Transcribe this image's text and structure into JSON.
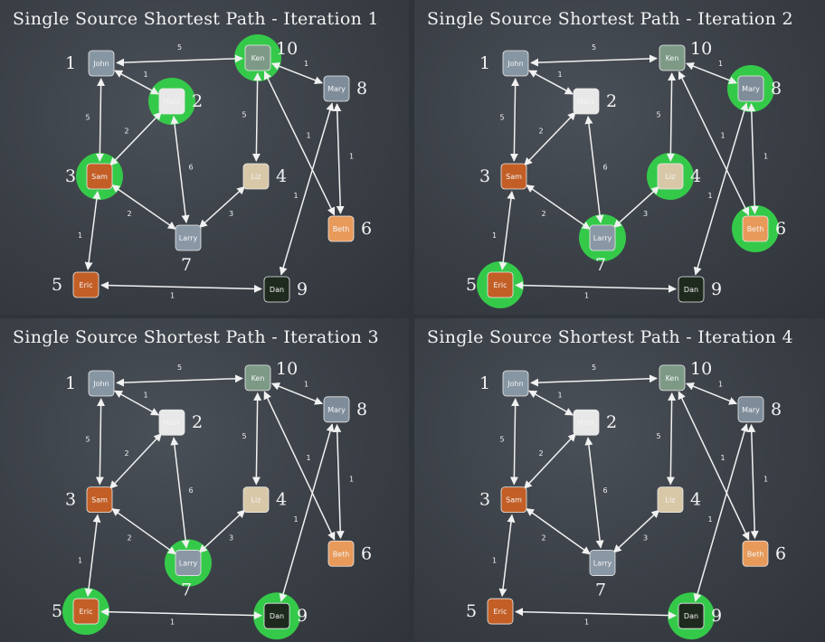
{
  "colors": {
    "board": "#3b4047",
    "highlight": "#35c94a",
    "john": "#8796a3",
    "ken": "#7d9a86",
    "mark": "#e8e8e8",
    "mary": "#7f8d9b",
    "sam": "#c35f26",
    "liz": "#d8c8a8",
    "larry": "#8a98a6",
    "beth": "#e89a5a",
    "eric": "#c35f26",
    "dan": "#1f2a1f"
  },
  "panels": [
    {
      "title": "Single Source Shortest Path - Iteration 1",
      "highlighted": [
        "ken",
        "mark",
        "sam"
      ]
    },
    {
      "title": "Single Source Shortest Path - Iteration 2",
      "highlighted": [
        "mary",
        "liz",
        "larry",
        "beth",
        "eric"
      ]
    },
    {
      "title": "Single Source Shortest Path - Iteration 3",
      "highlighted": [
        "larry",
        "eric",
        "dan"
      ]
    },
    {
      "title": "Single Source Shortest Path - Iteration 4",
      "highlighted": [
        "dan"
      ]
    }
  ],
  "graph": {
    "nodes": [
      {
        "id": "john",
        "label": "John",
        "number": "1"
      },
      {
        "id": "mark",
        "label": "Mark",
        "number": "2"
      },
      {
        "id": "sam",
        "label": "Sam",
        "number": "3"
      },
      {
        "id": "liz",
        "label": "Liz",
        "number": "4"
      },
      {
        "id": "eric",
        "label": "Eric",
        "number": "5"
      },
      {
        "id": "beth",
        "label": "Beth",
        "number": "6"
      },
      {
        "id": "larry",
        "label": "Larry",
        "number": "7"
      },
      {
        "id": "mary",
        "label": "Mary",
        "number": "8"
      },
      {
        "id": "dan",
        "label": "Dan",
        "number": "9"
      },
      {
        "id": "ken",
        "label": "Ken",
        "number": "10"
      }
    ],
    "edges": [
      {
        "from": "john",
        "to": "ken",
        "weight": "5"
      },
      {
        "from": "john",
        "to": "mark",
        "weight": "1"
      },
      {
        "from": "john",
        "to": "sam",
        "weight": "5"
      },
      {
        "from": "mark",
        "to": "sam",
        "weight": "2"
      },
      {
        "from": "mark",
        "to": "larry",
        "weight": "6"
      },
      {
        "from": "ken",
        "to": "liz",
        "weight": "5"
      },
      {
        "from": "ken",
        "to": "mary",
        "weight": "1"
      },
      {
        "from": "ken",
        "to": "beth",
        "weight": "1"
      },
      {
        "from": "mary",
        "to": "beth",
        "weight": "1"
      },
      {
        "from": "mary",
        "to": "dan",
        "weight": "1"
      },
      {
        "from": "sam",
        "to": "larry",
        "weight": "2"
      },
      {
        "from": "sam",
        "to": "eric",
        "weight": "1"
      },
      {
        "from": "liz",
        "to": "larry",
        "weight": "3"
      },
      {
        "from": "eric",
        "to": "dan",
        "weight": "1"
      }
    ]
  }
}
